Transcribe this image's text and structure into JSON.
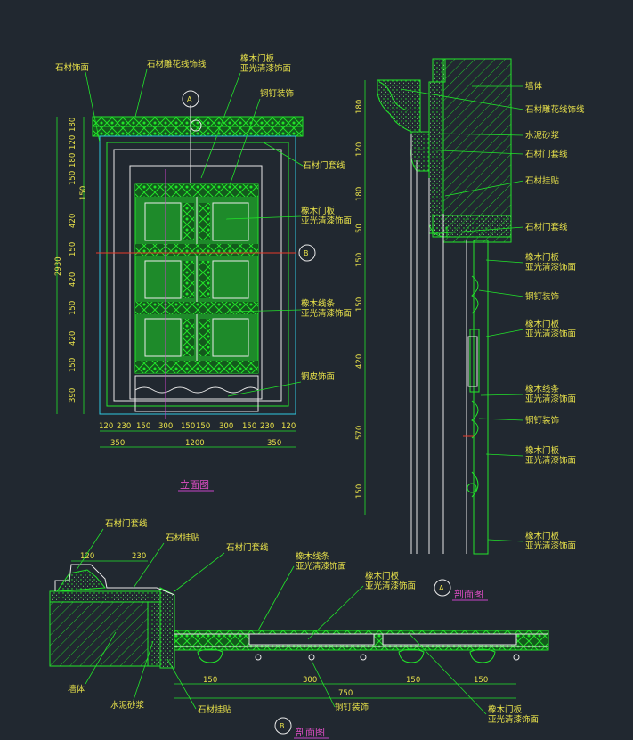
{
  "titles": {
    "elevation": "立面图",
    "section_a": "剖面图",
    "section_b": "剖面图",
    "bubble_a": "A",
    "bubble_b": "B"
  },
  "elevation_labels": {
    "stone_facing": "石材饰面",
    "stone_carved_trim": "石材雕花线饰线",
    "oak_panel_1": "橡木门板",
    "oak_panel_2": "亚光清漆饰面",
    "copper_nail": "铜钉装饰",
    "stone_frame_trim": "石材门套线",
    "oak_door_1": "橡木门板",
    "oak_door_2": "亚光清漆饰面",
    "oak_strip_1": "橡木线条",
    "oak_strip_2": "亚光清漆饰面",
    "copper_skin": "铜皮饰面"
  },
  "elevation_dims": {
    "left": [
      "180",
      "120",
      "180",
      "150",
      "150",
      "420",
      "150",
      "420",
      "150",
      "420",
      "150",
      "390"
    ],
    "total": "2930",
    "bottom_row1": [
      "120",
      "230",
      "150",
      "300",
      "150",
      "150",
      "300",
      "150",
      "230",
      "120"
    ],
    "bottom_row2": [
      "350",
      "1200",
      "350"
    ]
  },
  "section_a_labels": {
    "wall": "墙体",
    "carved": "石材雕花线饰线",
    "mortar": "水泥砂浆",
    "frame": "石材门套线",
    "paste": "石材挂贴",
    "frame2": "石材门套线",
    "oak_a1": "橡木门板",
    "oak_a2": "亚光清漆饰面",
    "nail_a": "铜钉装饰",
    "oak_b1": "橡木门板",
    "oak_b2": "亚光清漆饰面",
    "strip_1": "橡木线条",
    "strip_2": "亚光清漆饰面",
    "nail_b": "铜钉装饰",
    "oak_c1": "橡木门板",
    "oak_c2": "亚光清漆饰面",
    "oak_d1": "橡木门板",
    "oak_d2": "亚光清漆饰面"
  },
  "section_a_dims": [
    "180",
    "120",
    "180",
    "50",
    "150",
    "150",
    "420",
    "570",
    "150"
  ],
  "section_b_labels": {
    "frame": "石材门套线",
    "paste_top": "石材挂贴",
    "frame_right": "石材门套线",
    "strip_1": "橡木线条",
    "strip_2": "亚光清漆饰面",
    "oak_1": "橡木门板",
    "oak_2": "亚光清漆饰面",
    "wall": "墙体",
    "mortar": "水泥砂浆",
    "paste_bottom": "石材挂贴",
    "nail": "铜钉装饰",
    "oak_b1": "橡木门板",
    "oak_b2": "亚光清漆饰面"
  },
  "section_b_dims": {
    "top": [
      "120",
      "230"
    ],
    "bottom": [
      "150",
      "300",
      "150",
      "150"
    ],
    "total": "750"
  }
}
